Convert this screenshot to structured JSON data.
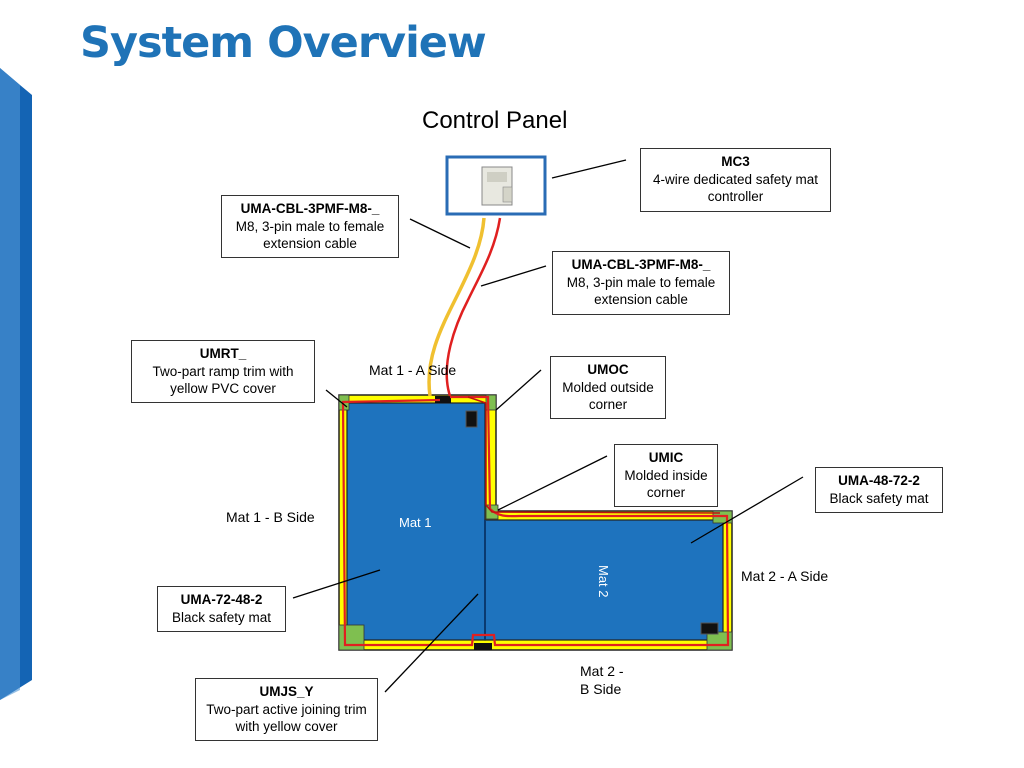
{
  "slide": {
    "title": "System Overview",
    "heading": "Control Panel"
  },
  "colors": {
    "title": "#1f73b7",
    "mat": "#1e73be",
    "trim_cover": "#ffff00",
    "corner": "#7fbf50",
    "cable_red": "#e02020",
    "cable_yellow": "#f0c030",
    "side_bar": "#1464b4"
  },
  "callouts": {
    "mc3": {
      "code": "MC3",
      "desc": "4-wire dedicated safety mat controller"
    },
    "cable_left": {
      "code": "UMA-CBL-3PMF-M8-_",
      "desc": "M8, 3-pin male to female extension cable"
    },
    "cable_right": {
      "code": "UMA-CBL-3PMF-M8-_",
      "desc": "M8, 3-pin male to female extension cable"
    },
    "umrt": {
      "code": "UMRT_",
      "desc": "Two-part ramp trim with yellow PVC cover"
    },
    "umoc": {
      "code": "UMOC",
      "desc": "Molded outside corner"
    },
    "umic": {
      "code": "UMIC",
      "desc": "Molded inside corner"
    },
    "uma48": {
      "code": "UMA-48-72-2",
      "desc": "Black safety mat"
    },
    "uma72": {
      "code": "UMA-72-48-2",
      "desc": "Black safety mat"
    },
    "umjs": {
      "code": "UMJS_Y",
      "desc": "Two-part active joining trim with yellow cover"
    }
  },
  "labels": {
    "mat1_a": "Mat 1 - A Side",
    "mat1_b": "Mat 1 - B Side",
    "mat2_a": "Mat 2 - A Side",
    "mat2_b": "Mat 2 -\nB Side",
    "mat1": "Mat 1",
    "mat2": "Mat 2"
  }
}
